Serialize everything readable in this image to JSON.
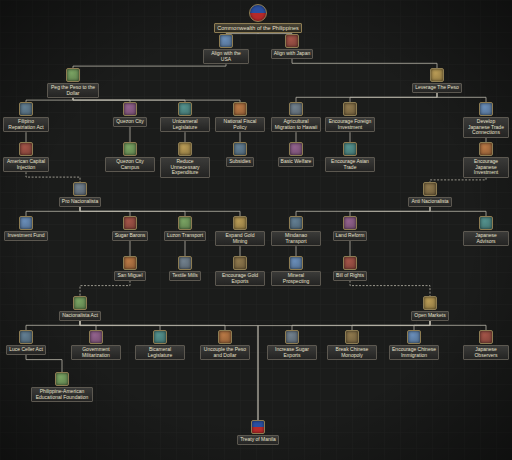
{
  "diagram": {
    "nodes": [
      {
        "text": [
          "Commonwealth of the Philippines"
        ]
      },
      {
        "text": [
          "Align with the USA"
        ]
      },
      {
        "text": [
          "Align with Japan"
        ]
      },
      {
        "text": [
          "Peg the Peso to the Dollar"
        ]
      },
      {
        "text": [
          "Leverage The Peso"
        ]
      },
      {
        "text": [
          "Filipino Repatriation Act"
        ]
      },
      {
        "text": [
          "Quezon City"
        ]
      },
      {
        "text": [
          "Unicameral Legislature"
        ]
      },
      {
        "text": [
          "National Fiscal Policy"
        ]
      },
      {
        "text": [
          "Agricultural Migration to Hawaii"
        ]
      },
      {
        "text": [
          "Encourage Foreign Investment"
        ]
      },
      {
        "text": [
          "Develop Japanese Trade Connections"
        ]
      },
      {
        "text": [
          "American Capital Injection"
        ]
      },
      {
        "text": [
          "Quezon City Campus"
        ]
      },
      {
        "text": [
          "Reduce Unnecessary Expenditure"
        ]
      },
      {
        "text": [
          "Subsidies"
        ]
      },
      {
        "text": [
          "Basic Welfare"
        ]
      },
      {
        "text": [
          "Encourage Asian Trade"
        ]
      },
      {
        "text": [
          "Encourage Japanese Investment"
        ]
      },
      {
        "text": [
          "Pro Nacionalista"
        ]
      },
      {
        "text": [
          "Anti Nacionalista"
        ]
      },
      {
        "text": [
          "Investment Fund"
        ]
      },
      {
        "text": [
          "Sugar Barons"
        ]
      },
      {
        "text": [
          "Luzon Transport"
        ]
      },
      {
        "text": [
          "Expand Gold Mining"
        ]
      },
      {
        "text": [
          "Mindanao Transport"
        ]
      },
      {
        "text": [
          "Land Reform"
        ]
      },
      {
        "text": [
          "Japanese Advisors"
        ]
      },
      {
        "text": [
          "San Miguel"
        ]
      },
      {
        "text": [
          "Textile Mills"
        ]
      },
      {
        "text": [
          "Encourage Gold Exports"
        ]
      },
      {
        "text": [
          "Mineral Prospecting"
        ]
      },
      {
        "text": [
          "Bill of Rights"
        ]
      },
      {
        "text": [
          "Nacionalista Act"
        ]
      },
      {
        "text": [
          "Open Markets"
        ]
      },
      {
        "text": [
          "Luce Celler Act"
        ]
      },
      {
        "text": [
          "Government Militarization"
        ]
      },
      {
        "text": [
          "Bicameral Legislature"
        ]
      },
      {
        "text": [
          "Uncouple the Peso and Dollar"
        ]
      },
      {
        "text": [
          "Increase Sugar Exports"
        ]
      },
      {
        "text": [
          "Break Chinese Monopoly"
        ]
      },
      {
        "text": [
          "Encourage Chinese Immigration"
        ]
      },
      {
        "text": [
          "Japanese Observers"
        ]
      },
      {
        "text": [
          "Philippine-American Educational Foundation"
        ]
      },
      {
        "text": [
          "Treaty of Manila"
        ]
      }
    ],
    "edges": [
      {
        "from": 0,
        "to": 1,
        "arrow": "none"
      },
      {
        "from": 0,
        "to": 2,
        "arrow": "none"
      },
      {
        "from": 1,
        "to": 3,
        "arrow": "none"
      },
      {
        "from": 2,
        "to": 4,
        "arrow": "none"
      },
      {
        "from": 3,
        "to": 5,
        "arrow": "none"
      },
      {
        "from": 3,
        "to": 6,
        "arrow": "none"
      },
      {
        "from": 3,
        "to": 7,
        "arrow": "none"
      },
      {
        "from": 3,
        "to": 8,
        "arrow": "none"
      },
      {
        "from": 4,
        "to": 9,
        "arrow": "none"
      },
      {
        "from": 4,
        "to": 10,
        "arrow": "none"
      },
      {
        "from": 4,
        "to": 11,
        "arrow": "none"
      },
      {
        "from": 5,
        "to": 12,
        "arrow": "none"
      },
      {
        "from": 6,
        "to": 13,
        "arrow": "none"
      },
      {
        "from": 7,
        "to": 14,
        "arrow": "none"
      },
      {
        "from": 8,
        "to": 15,
        "arrow": "none"
      },
      {
        "from": 9,
        "to": 16,
        "arrow": "none"
      },
      {
        "from": 10,
        "to": 17,
        "arrow": "none"
      },
      {
        "from": 11,
        "to": 18,
        "arrow": "none"
      },
      {
        "from": 12,
        "to": 19,
        "arrow": "none"
      },
      {
        "from": 18,
        "to": 20,
        "arrow": "none"
      },
      {
        "from": 19,
        "to": 21,
        "arrow": "none"
      },
      {
        "from": 19,
        "to": 22,
        "arrow": "none"
      },
      {
        "from": 19,
        "to": 23,
        "arrow": "none"
      },
      {
        "from": 19,
        "to": 24,
        "arrow": "none"
      },
      {
        "from": 20,
        "to": 25,
        "arrow": "none"
      },
      {
        "from": 20,
        "to": 26,
        "arrow": "none"
      },
      {
        "from": 20,
        "to": 27,
        "arrow": "none"
      },
      {
        "from": 22,
        "to": 28,
        "arrow": "none"
      },
      {
        "from": 23,
        "to": 29,
        "arrow": "none"
      },
      {
        "from": 24,
        "to": 30,
        "arrow": "none"
      },
      {
        "from": 25,
        "to": 31,
        "arrow": "none"
      },
      {
        "from": 26,
        "to": 32,
        "arrow": "none"
      },
      {
        "from": 28,
        "to": 33,
        "arrow": "none"
      },
      {
        "from": 32,
        "to": 34,
        "arrow": "none"
      },
      {
        "from": 33,
        "to": 35,
        "arrow": "none"
      },
      {
        "from": 33,
        "to": 36,
        "arrow": "none"
      },
      {
        "from": 33,
        "to": 37,
        "arrow": "none"
      },
      {
        "from": 33,
        "to": 38,
        "arrow": "none"
      },
      {
        "from": 34,
        "to": 39,
        "arrow": "none"
      },
      {
        "from": 34,
        "to": 40,
        "arrow": "none"
      },
      {
        "from": 34,
        "to": 41,
        "arrow": "none"
      },
      {
        "from": 34,
        "to": 42,
        "arrow": "none"
      },
      {
        "from": 35,
        "to": 43,
        "arrow": "none"
      },
      {
        "from": 33,
        "to": 44,
        "arrow": "none"
      },
      {
        "from": 34,
        "to": 44,
        "arrow": "none"
      }
    ]
  }
}
